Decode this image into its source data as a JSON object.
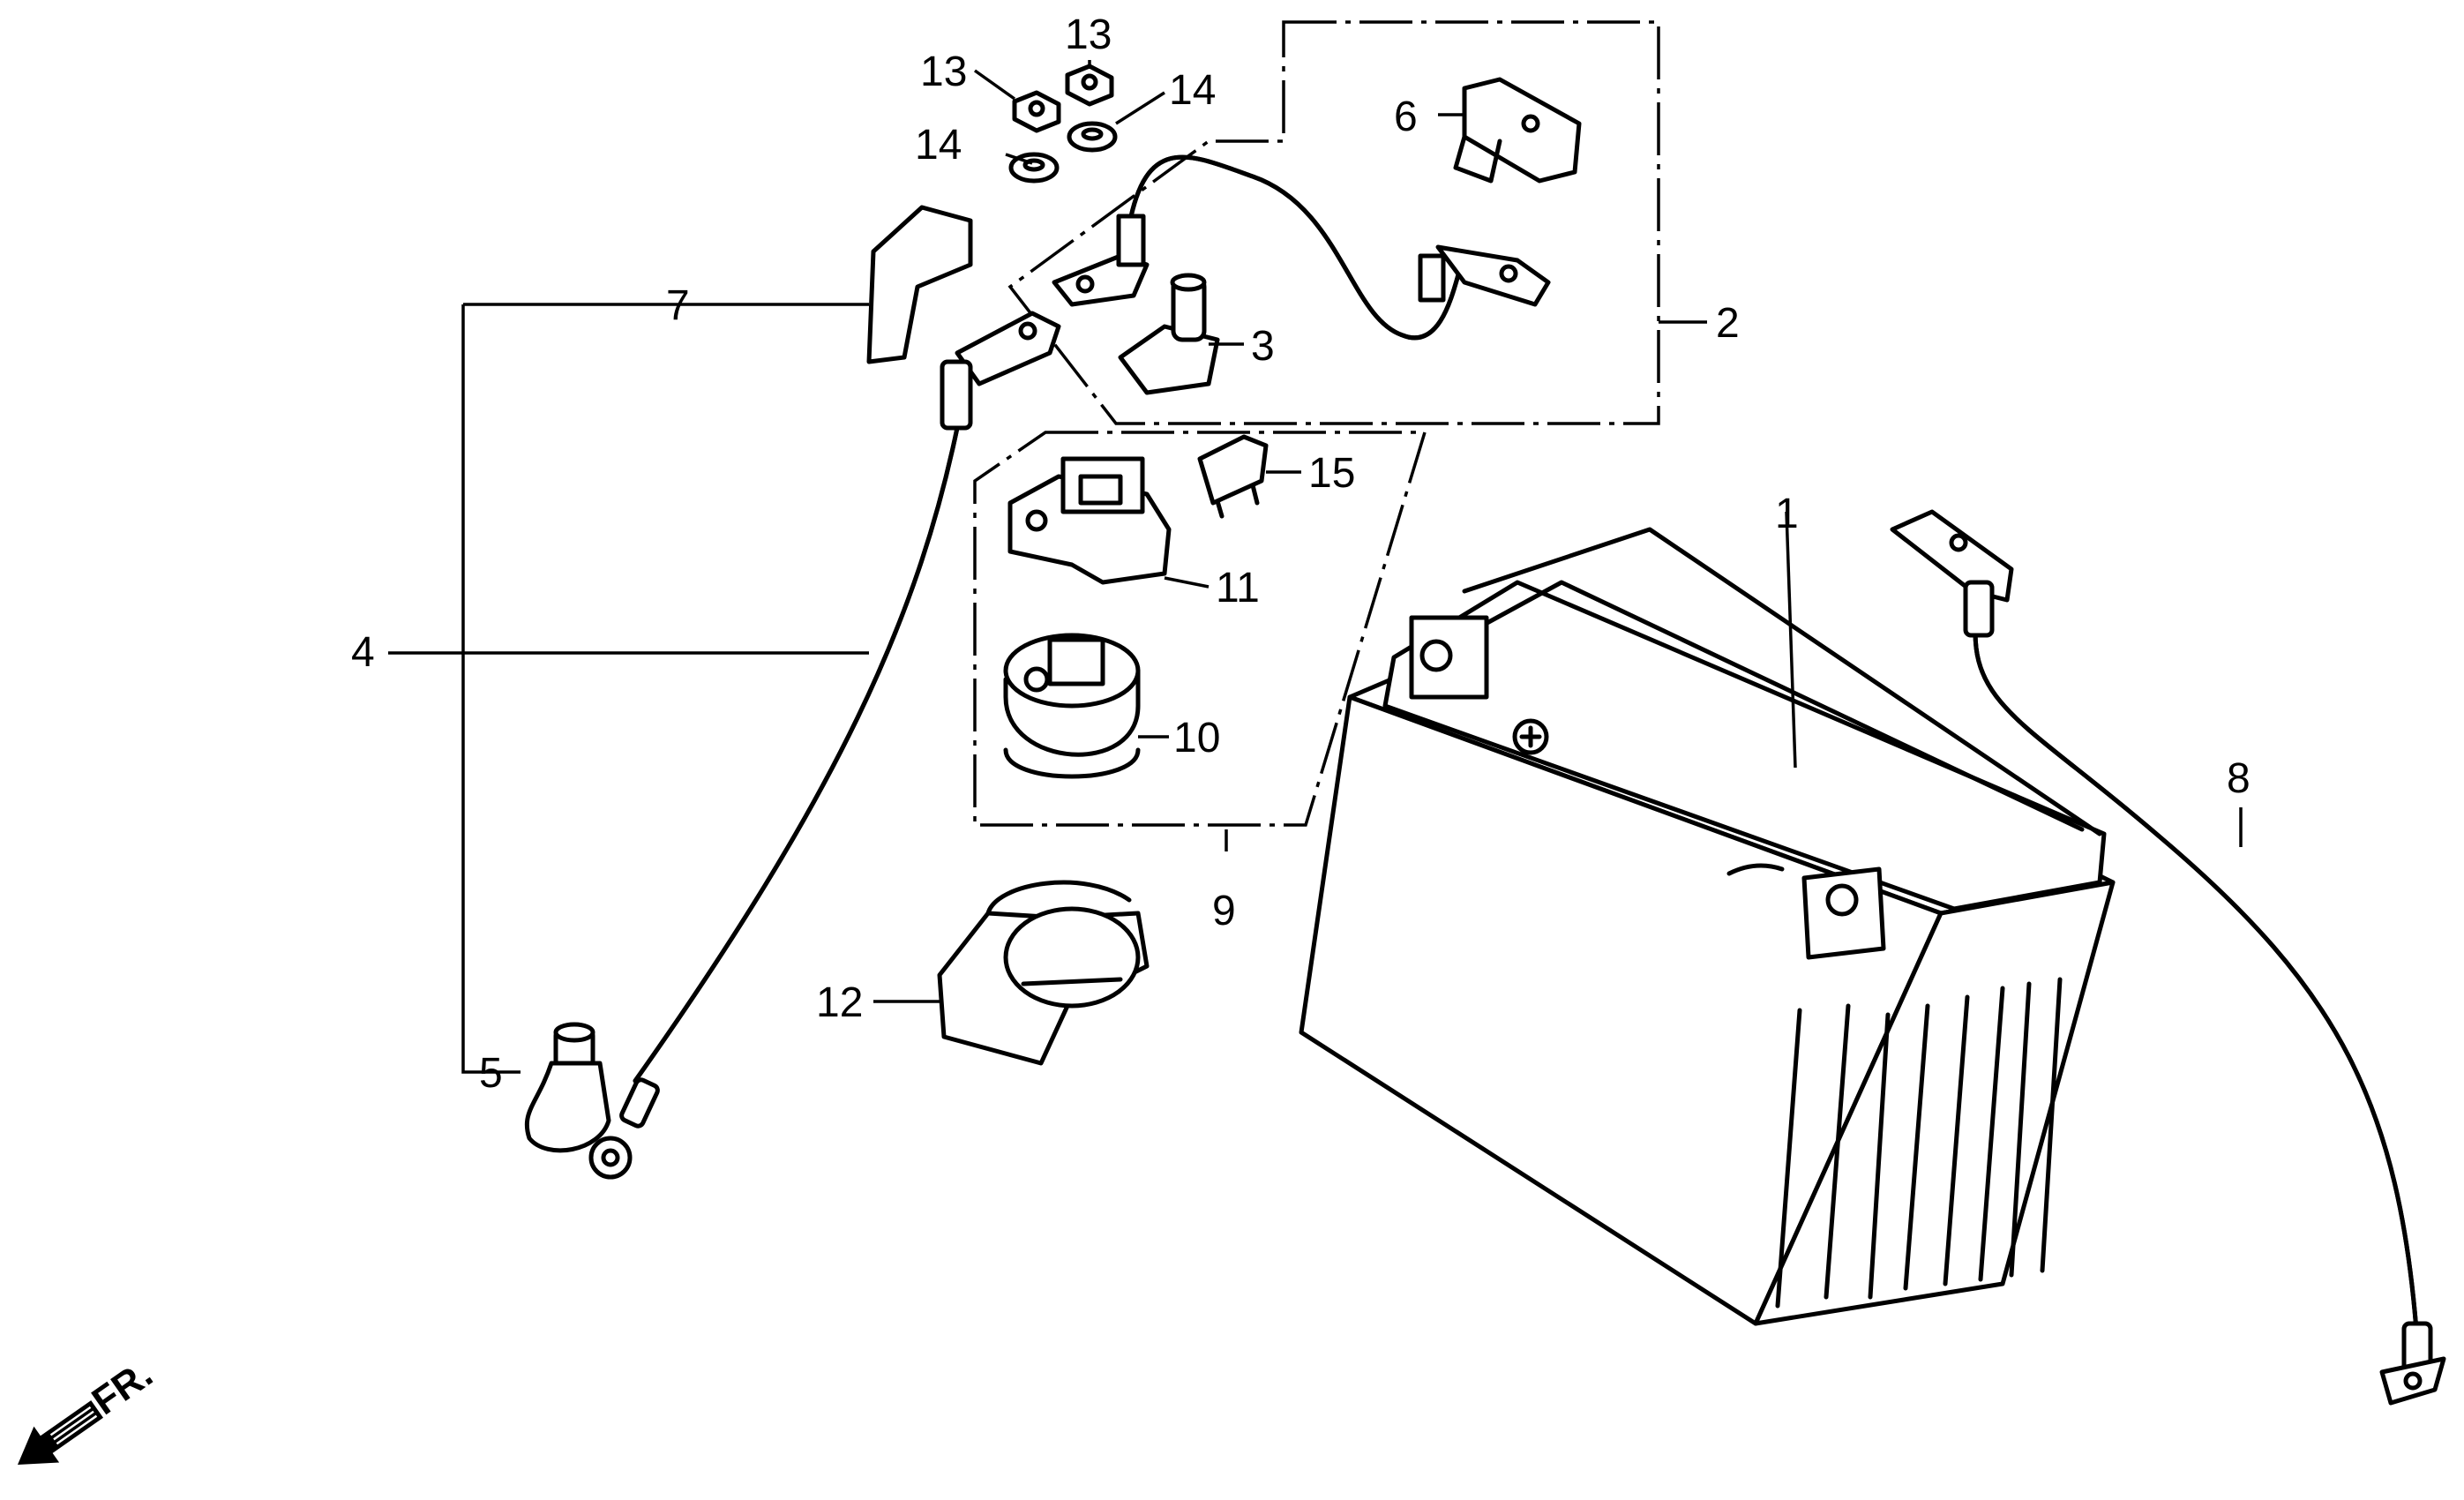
{
  "callouts": {
    "c1": "1",
    "c2": "2",
    "c3": "3",
    "c4": "4",
    "c5": "5",
    "c6": "6",
    "c7": "7",
    "c8": "8",
    "c9": "9",
    "c10": "10",
    "c11": "11",
    "c12": "12",
    "c13a": "13",
    "c13b": "13",
    "c14a": "14",
    "c14b": "14",
    "c15": "15"
  },
  "direction_marker": {
    "label": "FR.",
    "icon": "arrow-front-icon"
  }
}
